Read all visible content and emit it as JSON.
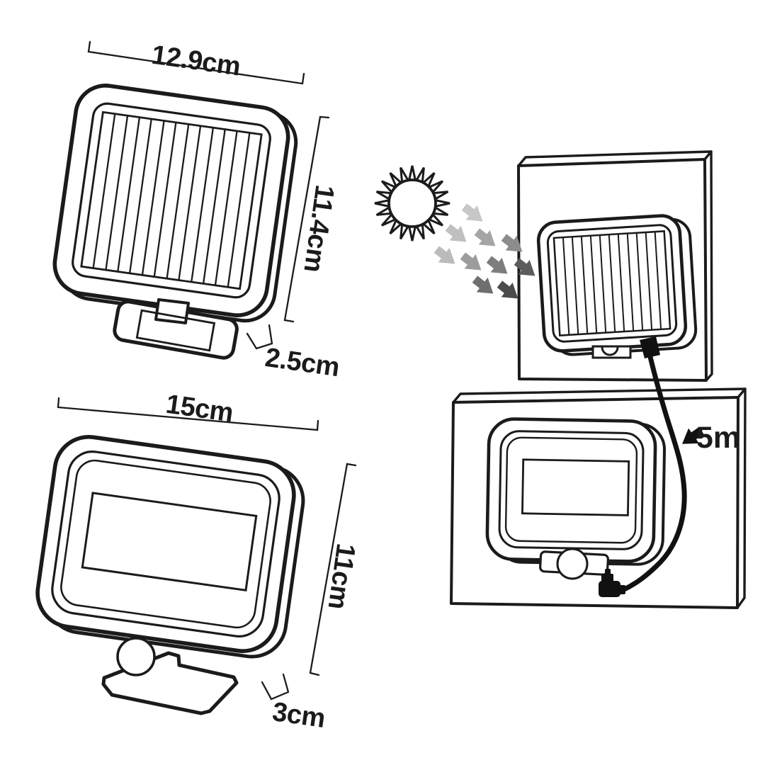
{
  "solar_panel": {
    "width_label": "12.9cm",
    "height_label": "11.4cm",
    "depth_label": "2.5cm"
  },
  "flood_light": {
    "width_label": "15cm",
    "height_label": "11cm",
    "depth_label": "3cm"
  },
  "installation": {
    "cable_length_label": "5m"
  },
  "icons": {
    "sun": "sun-icon",
    "sunlight_arrows": "sunlight-arrows-icon",
    "cable_plug": "dc-plug-icon"
  },
  "colors": {
    "line": "#1b1b1b",
    "background": "#ffffff",
    "cable": "#111111",
    "arrow_gray_light": "#c6c6c6",
    "arrow_gray_dark": "#4c4c4c"
  }
}
